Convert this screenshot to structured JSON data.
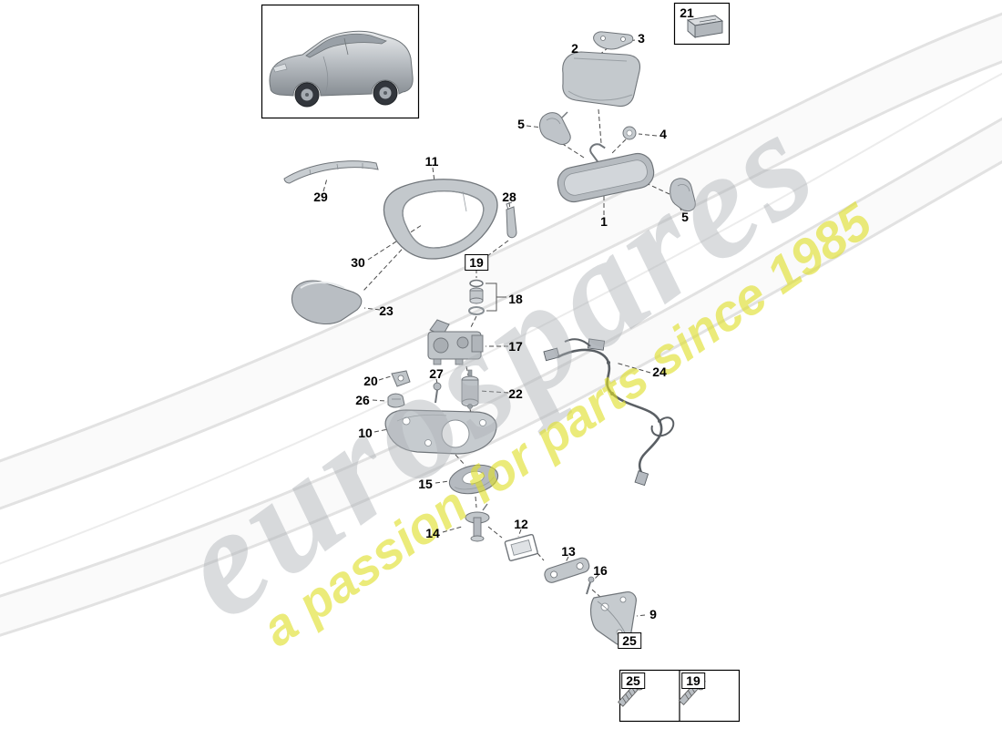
{
  "watermark": {
    "brand": "eurospares",
    "tagline": "a passion for parts since 1985"
  },
  "callouts": {
    "1": "1",
    "2": "2",
    "3": "3",
    "4": "4",
    "5": "5",
    "9": "9",
    "10": "10",
    "11": "11",
    "12": "12",
    "13": "13",
    "14": "14",
    "15": "15",
    "16": "16",
    "17": "17",
    "18": "18",
    "19": "19",
    "20": "20",
    "21": "21",
    "22": "22",
    "23": "23",
    "24": "24",
    "25": "25",
    "26": "26",
    "27": "27",
    "28": "28",
    "29": "29",
    "30": "30"
  },
  "colors": {
    "part_fill": "#c4c9cd",
    "part_stroke": "#70757a",
    "leader": "#4a4a4a",
    "watermark_gray": "#adb1b5",
    "watermark_yellow": "#dede28"
  }
}
